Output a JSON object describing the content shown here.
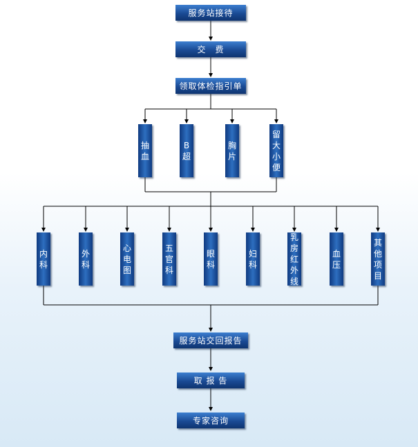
{
  "flow": {
    "reception": "服务站接待",
    "payment": "交　费",
    "guide": "领取体检指引单",
    "exams_a": [
      "抽血",
      "B超",
      "胸片",
      "留大小便"
    ],
    "exams_b": [
      "内科",
      "外科",
      "心电图",
      "五官科",
      "眼科",
      "妇科",
      "乳房红外线",
      "血压",
      "其他项目"
    ],
    "report_return": "服务站交回报告",
    "report_pickup": "取 报 告",
    "consult": "专家咨询"
  },
  "colors": {
    "box_dark": "#0f3a80",
    "box_light": "#2e6fc0",
    "line": "#000000"
  }
}
